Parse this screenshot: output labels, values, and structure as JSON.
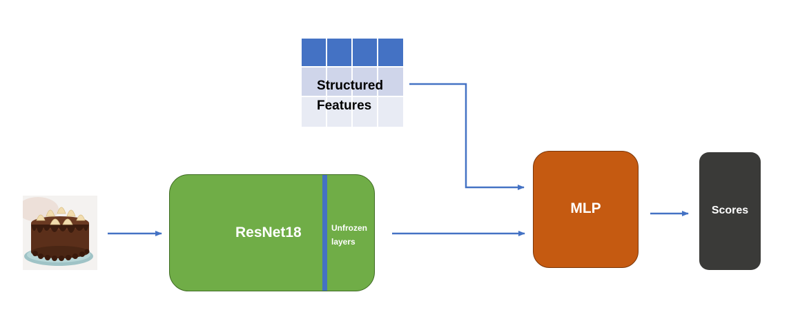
{
  "diagram": {
    "input": {
      "image_subject": "chocolate cake with cream toppings"
    },
    "structured_features": {
      "label_line1": "Structured",
      "label_line2": "Features",
      "header_color": "#4472c4",
      "row_color": "#cfd5ea",
      "row_alt_color": "#e8ebf4"
    },
    "resnet": {
      "label": "ResNet18",
      "unfrozen_label": "Unfrozen layers",
      "color": "#70ad47",
      "divider_color": "#4472c4"
    },
    "mlp": {
      "label": "MLP",
      "color": "#c55a11"
    },
    "scores": {
      "label": "Scores",
      "color": "#3a3a38"
    },
    "arrow_color": "#4472c4"
  }
}
